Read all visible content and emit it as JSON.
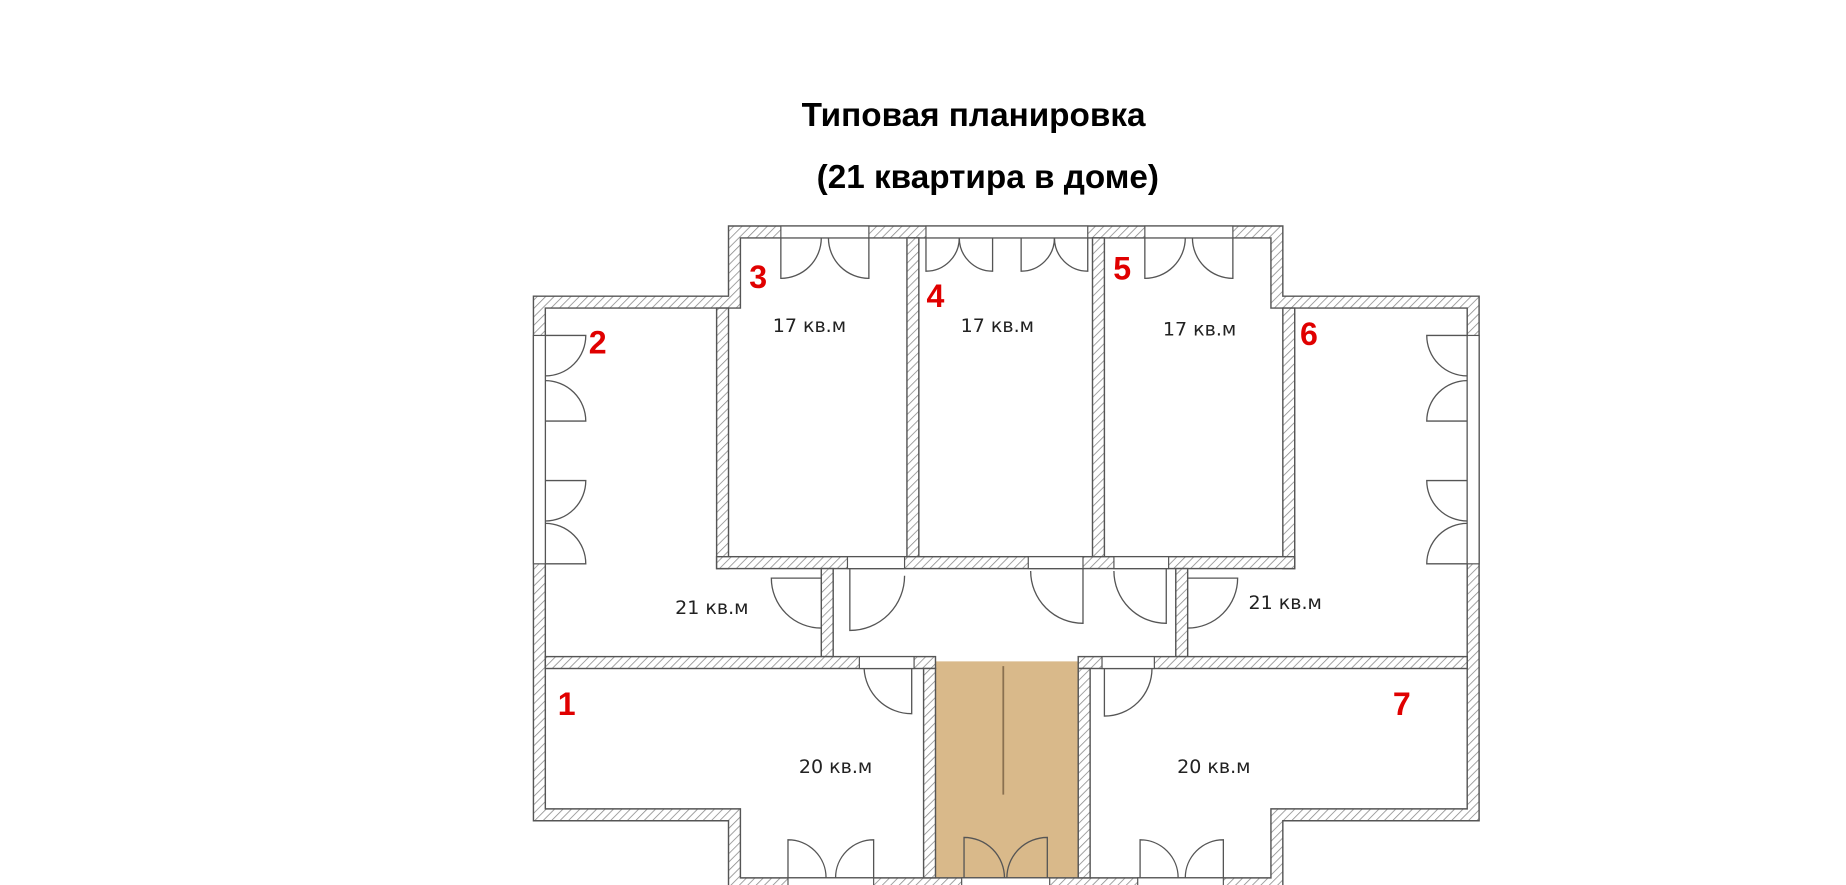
{
  "title": {
    "line1": "Типовая планировка",
    "line2": "(21 квартира в доме)"
  },
  "rooms": [
    {
      "number": "1",
      "area": "20 кв.м"
    },
    {
      "number": "2",
      "area": "21 кв.м"
    },
    {
      "number": "3",
      "area": "17 кв.м"
    },
    {
      "number": "4",
      "area": "17 кв.м"
    },
    {
      "number": "5",
      "area": "17 кв.м"
    },
    {
      "number": "6",
      "area": "21 кв.м"
    },
    {
      "number": "7",
      "area": "20 кв.м"
    }
  ],
  "colors": {
    "number": "#e00000",
    "stairwell": "#d9b98a",
    "wall_line": "#555555"
  }
}
